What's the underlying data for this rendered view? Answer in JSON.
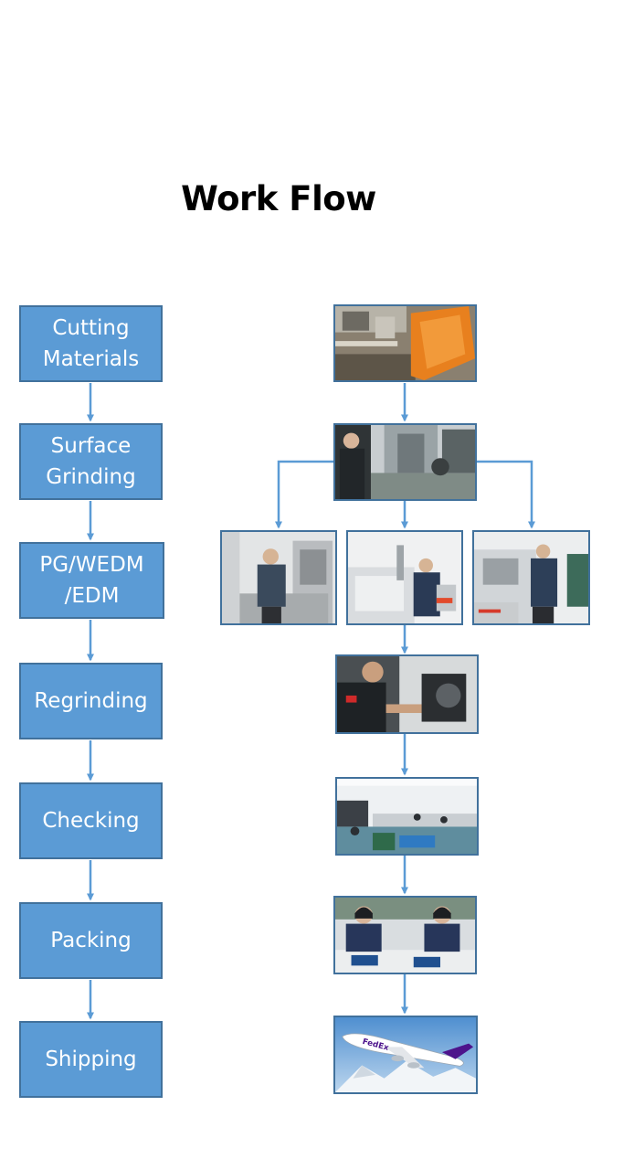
{
  "title": "Work Flow",
  "steps": [
    {
      "label": "Cutting\nMaterials"
    },
    {
      "label": "Surface\nGrinding"
    },
    {
      "label": "PG/WEDM\n/EDM"
    },
    {
      "label": "Regrinding"
    },
    {
      "label": "Checking"
    },
    {
      "label": "Packing"
    },
    {
      "label": "Shipping"
    }
  ],
  "photos": [
    {
      "depicts": "cutting-machine"
    },
    {
      "depicts": "surface-grinder-operator"
    },
    {
      "depicts": "profile-grinder-operator"
    },
    {
      "depicts": "wire-edm-operator"
    },
    {
      "depicts": "edm-operator"
    },
    {
      "depicts": "regrinding-operator"
    },
    {
      "depicts": "inspection-room"
    },
    {
      "depicts": "packing-workers"
    },
    {
      "depicts": "cargo-airplane"
    }
  ],
  "photo_texts": {
    "airplane_brand": "FedEx"
  },
  "colors": {
    "box_fill": "#5b9bd5",
    "box_border": "#41719c",
    "arrow": "#5b9bd5",
    "title_text": "#000000"
  }
}
